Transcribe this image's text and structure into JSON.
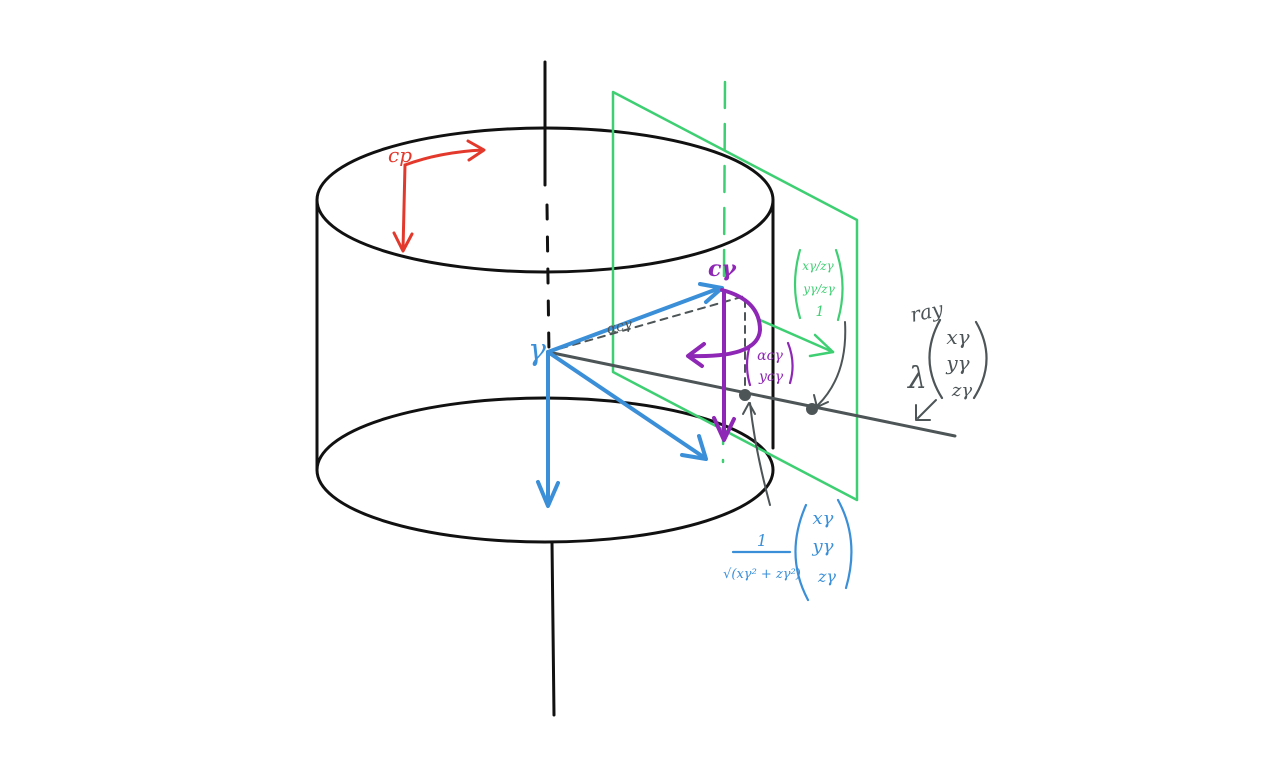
{
  "colors": {
    "background": "#ffffff",
    "cylinder": "#111111",
    "cp_frame": "#e3392c",
    "camera_frame": "#3a8fd8",
    "cylinder_frame_rotation": "#8e27b5",
    "image_plane": "#3fcf73",
    "ray": "#4d5557"
  },
  "labels": {
    "cp": "cp",
    "gamma": "γ",
    "c_gamma": "cγ",
    "alpha_cgamma": "αcγ",
    "ray": "ray",
    "lambda": "λ"
  },
  "vectors": {
    "normalized_plane": [
      "xγ/zγ",
      "yγ/zγ",
      "1"
    ],
    "cylinder_coords": [
      "αcγ",
      "ycγ"
    ],
    "ray_point": [
      "xγ",
      "yγ",
      "zγ"
    ],
    "cylinder_point_numerator": "1",
    "cylinder_point_denominator": "√(xγ² + zγ²)",
    "cylinder_point": [
      "xγ",
      "yγ",
      "zγ"
    ]
  }
}
